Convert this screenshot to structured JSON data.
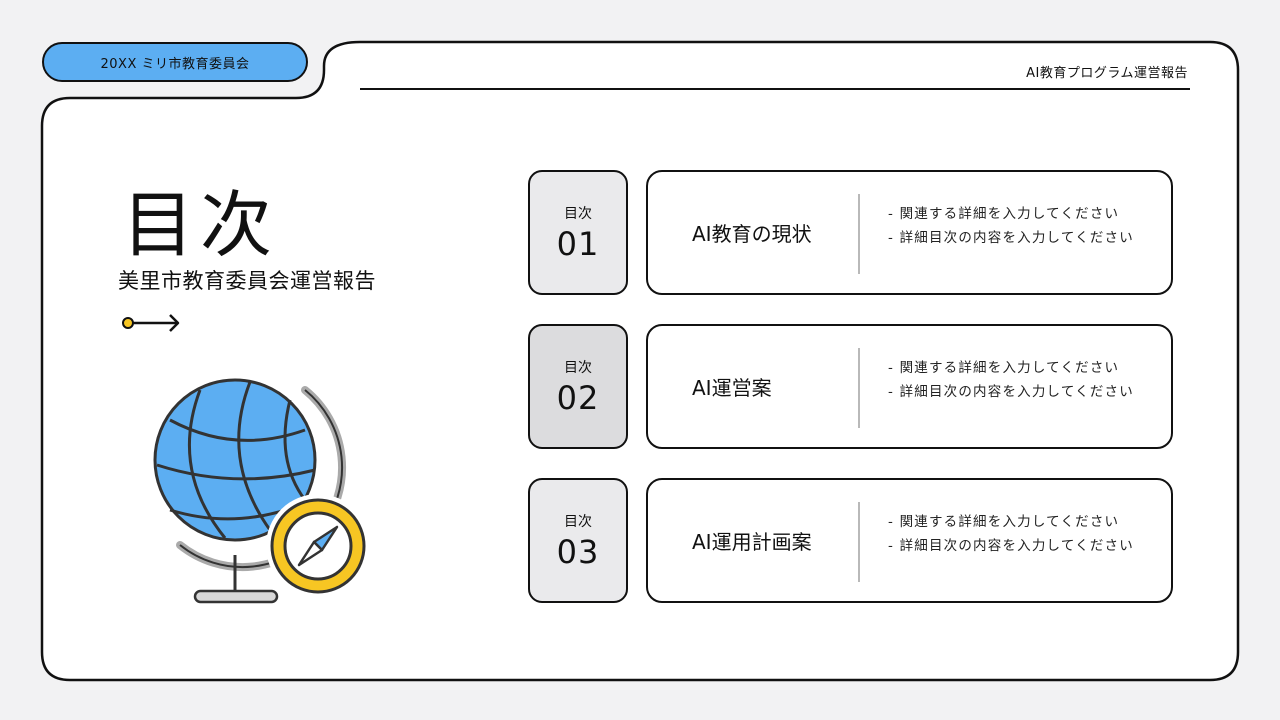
{
  "header": {
    "org_label": "20XX ミリ市教育委員会",
    "report_title": "AI教育プログラム運営報告"
  },
  "title_block": {
    "title": "目次",
    "subtitle": "美里市教育委員会運営報告"
  },
  "items": [
    {
      "label": "目次",
      "number": "01",
      "heading": "AI教育の現状",
      "line1": "- 関連する詳細を入力してください",
      "line2": "- 詳細目次の内容を入力してください"
    },
    {
      "label": "目次",
      "number": "02",
      "heading": "AI運営案",
      "line1": "- 関連する詳細を入力してください",
      "line2": "- 詳細目次の内容を入力してください"
    },
    {
      "label": "目次",
      "number": "03",
      "heading": "AI運用計画案",
      "line1": "- 関連する詳細を入力してください",
      "line2": "- 詳細目次の内容を入力してください"
    }
  ],
  "colors": {
    "accent_blue": "#5caef2",
    "accent_yellow": "#f7c623",
    "background": "#f2f2f3",
    "item_box_fills": [
      "#eaeaec",
      "#dcdcde",
      "#eaeaec"
    ]
  },
  "icons": [
    "arrow-right-icon",
    "globe-compass-illustration"
  ]
}
